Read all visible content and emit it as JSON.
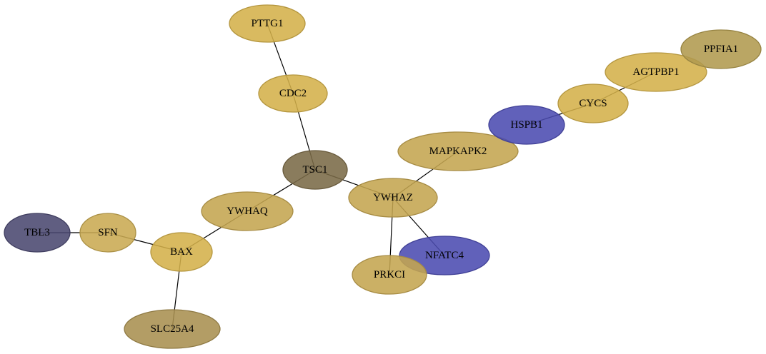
{
  "graph": {
    "nodes": [
      {
        "id": "PTTG1",
        "label": "PTTG1",
        "color": "#d4b04a"
      },
      {
        "id": "CDC2",
        "label": "CDC2",
        "color": "#d4b04a"
      },
      {
        "id": "TSC1",
        "label": "TSC1",
        "color": "#7a6a47"
      },
      {
        "id": "YWHAQ",
        "label": "YWHAQ",
        "color": "#c4a550"
      },
      {
        "id": "YWHAZ",
        "label": "YWHAZ",
        "color": "#c4a550"
      },
      {
        "id": "MAPKAPK2",
        "label": "MAPKAPK2",
        "color": "#c4a550"
      },
      {
        "id": "HSPB1",
        "label": "HSPB1",
        "color": "#4b4bb0"
      },
      {
        "id": "CYCS",
        "label": "CYCS",
        "color": "#d4b04a"
      },
      {
        "id": "AGTPBP1",
        "label": "AGTPBP1",
        "color": "#d4b04a"
      },
      {
        "id": "PPFIA1",
        "label": "PPFIA1",
        "color": "#b09a4e"
      },
      {
        "id": "NFATC4",
        "label": "NFATC4",
        "color": "#4b4bb0"
      },
      {
        "id": "PRKCI",
        "label": "PRKCI",
        "color": "#c4a550"
      },
      {
        "id": "BAX",
        "label": "BAX",
        "color": "#d4b04a"
      },
      {
        "id": "SFN",
        "label": "SFN",
        "color": "#c9aa52"
      },
      {
        "id": "TBL3",
        "label": "TBL3",
        "color": "#4a4870"
      },
      {
        "id": "SLC25A4",
        "label": "SLC25A4",
        "color": "#a89050"
      }
    ],
    "edges": [
      [
        "PTTG1",
        "CDC2"
      ],
      [
        "CDC2",
        "TSC1"
      ],
      [
        "TSC1",
        "YWHAQ"
      ],
      [
        "TSC1",
        "YWHAZ"
      ],
      [
        "YWHAZ",
        "MAPKAPK2"
      ],
      [
        "YWHAZ",
        "NFATC4"
      ],
      [
        "YWHAZ",
        "PRKCI"
      ],
      [
        "HSPB1",
        "CYCS"
      ],
      [
        "CYCS",
        "AGTPBP1"
      ],
      [
        "YWHAQ",
        "BAX"
      ],
      [
        "BAX",
        "SFN"
      ],
      [
        "SFN",
        "TBL3"
      ],
      [
        "BAX",
        "SLC25A4"
      ]
    ]
  }
}
